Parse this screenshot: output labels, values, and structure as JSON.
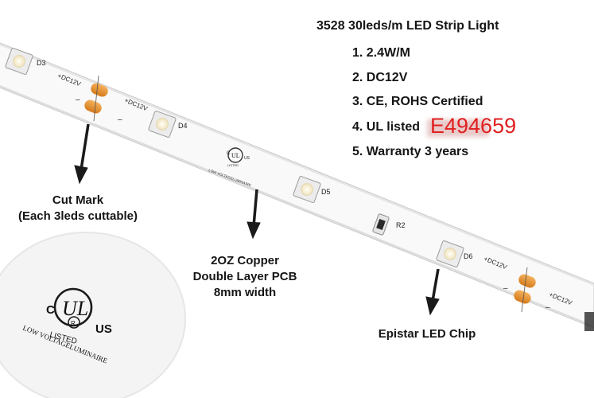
{
  "specs": {
    "title": "3528 30leds/m LED Strip Light",
    "items": [
      "1. 2.4W/M",
      "2. DC12V",
      "3. CE, ROHS Certified",
      "4. UL listed",
      "5. Warranty 3 years"
    ],
    "ul_number": "E494659"
  },
  "callouts": {
    "cut_mark": [
      "Cut Mark",
      "(Each 3leds cuttable)"
    ],
    "copper": [
      "2OZ Copper",
      "Double Layer PCB",
      "8mm width"
    ],
    "epistar": "Epistar LED Chip"
  },
  "strip_labels": {
    "d3": "D3",
    "d4": "D4",
    "d5": "D5",
    "d6": "D6",
    "r2": "R2",
    "plus_dc_1": "+DC12V",
    "plus_dc_2": "+DC12V",
    "plus_dc_3": "+DC12V",
    "plus_dc_4": "+DC12V",
    "minus_1": "–",
    "minus_2": "–",
    "minus_3": "–",
    "minus_4": "–"
  },
  "ul_mark": {
    "c": "C",
    "ul": "UL",
    "r": "R",
    "us": "US",
    "listed": "LISTED",
    "sub": "LOW VOLTAGELUMINAIRE"
  },
  "colors": {
    "strip": "#fbfbfb",
    "strip_edge": "#c9c9c9",
    "copper_pad": "#e8932f",
    "led": "#f7f3e6",
    "text_red": "#e02020"
  }
}
